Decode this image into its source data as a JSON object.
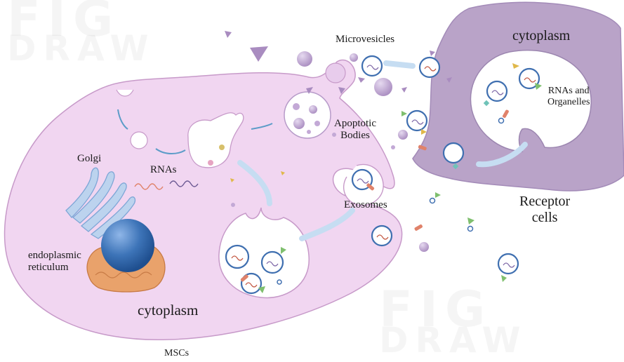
{
  "labels": {
    "microvesicles": "Microvesicles",
    "apoptotic_bodies": "Apoptotic\nBodies",
    "exosomes": "Exosomes",
    "golgi": "Golgi",
    "rnas": "RNAs",
    "er": "endoplasmic\nreticulum",
    "cytoplasm_donor": "cytoplasm",
    "msc": "MSCs",
    "cytoplasm_receptor": "cytoplasm",
    "rnas_organelles": "RNAs and\nOrganelles",
    "receptor_cells": "Receptor\ncells"
  },
  "watermark": [
    "FIG",
    "DRAW"
  ],
  "colors": {
    "donor_cell": "#f1d6f1",
    "donor_outline": "#c79ac9",
    "receptor_cell": "#b9a3c8",
    "vesicle_fill": "#b9a3cb",
    "golgi": "#a9c6e6",
    "nucleus": "#3d74b8",
    "er": "#e8a06d",
    "arrow": "#b9d4ee",
    "exosome_ring": "#3f6fb0",
    "triangle": "#a98cc0"
  }
}
